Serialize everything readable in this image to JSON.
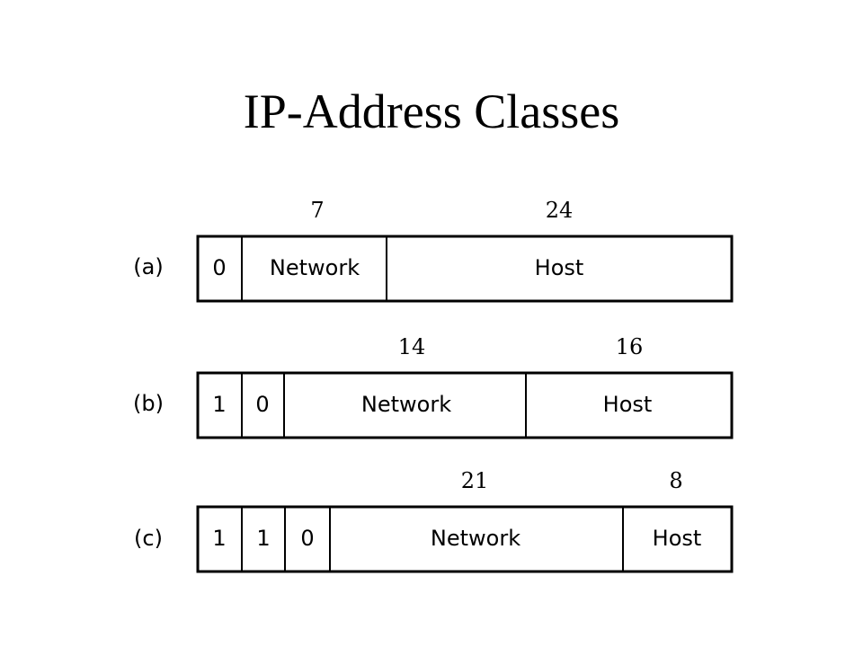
{
  "page": {
    "title": "IP-Address Classes"
  },
  "rows": [
    {
      "label": "(a)",
      "bits": [
        "7",
        "24"
      ],
      "cells": [
        "0",
        "Network",
        "Host"
      ]
    },
    {
      "label": "(b)",
      "bits": [
        "14",
        "16"
      ],
      "cells": [
        "1",
        "0",
        "Network",
        "Host"
      ]
    },
    {
      "label": "(c)",
      "bits": [
        "21",
        "8"
      ],
      "cells": [
        "1",
        "1",
        "0",
        "Network",
        "Host"
      ]
    }
  ]
}
